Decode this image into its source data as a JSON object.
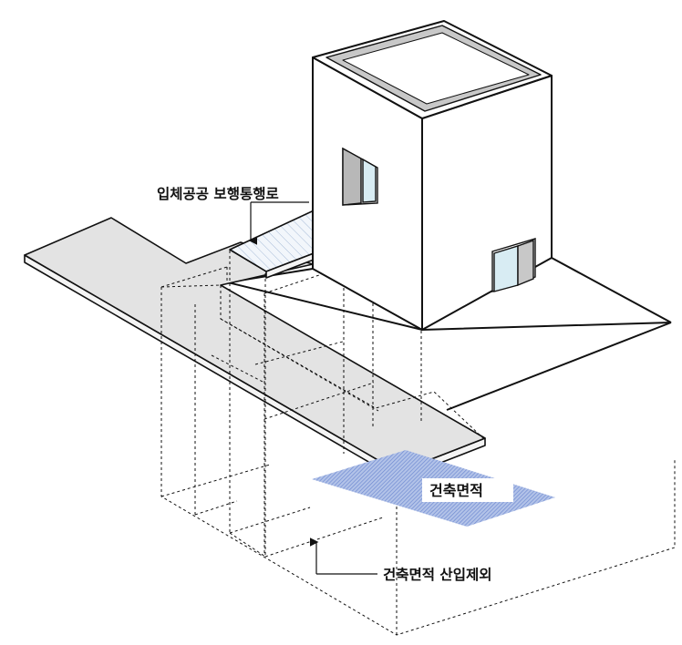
{
  "labels": {
    "walkway": "입체공공 보행통행로",
    "building_area": "건축면적",
    "excluded": "건축면적 산입제외"
  },
  "colors": {
    "walkway_fill": "#e3e3e3",
    "building_area_fill": "#9fb3e0",
    "glass_fill": "#d8ecf3",
    "roof_fill": "#c8c8c8",
    "line": "#111111",
    "background": "#ffffff"
  }
}
